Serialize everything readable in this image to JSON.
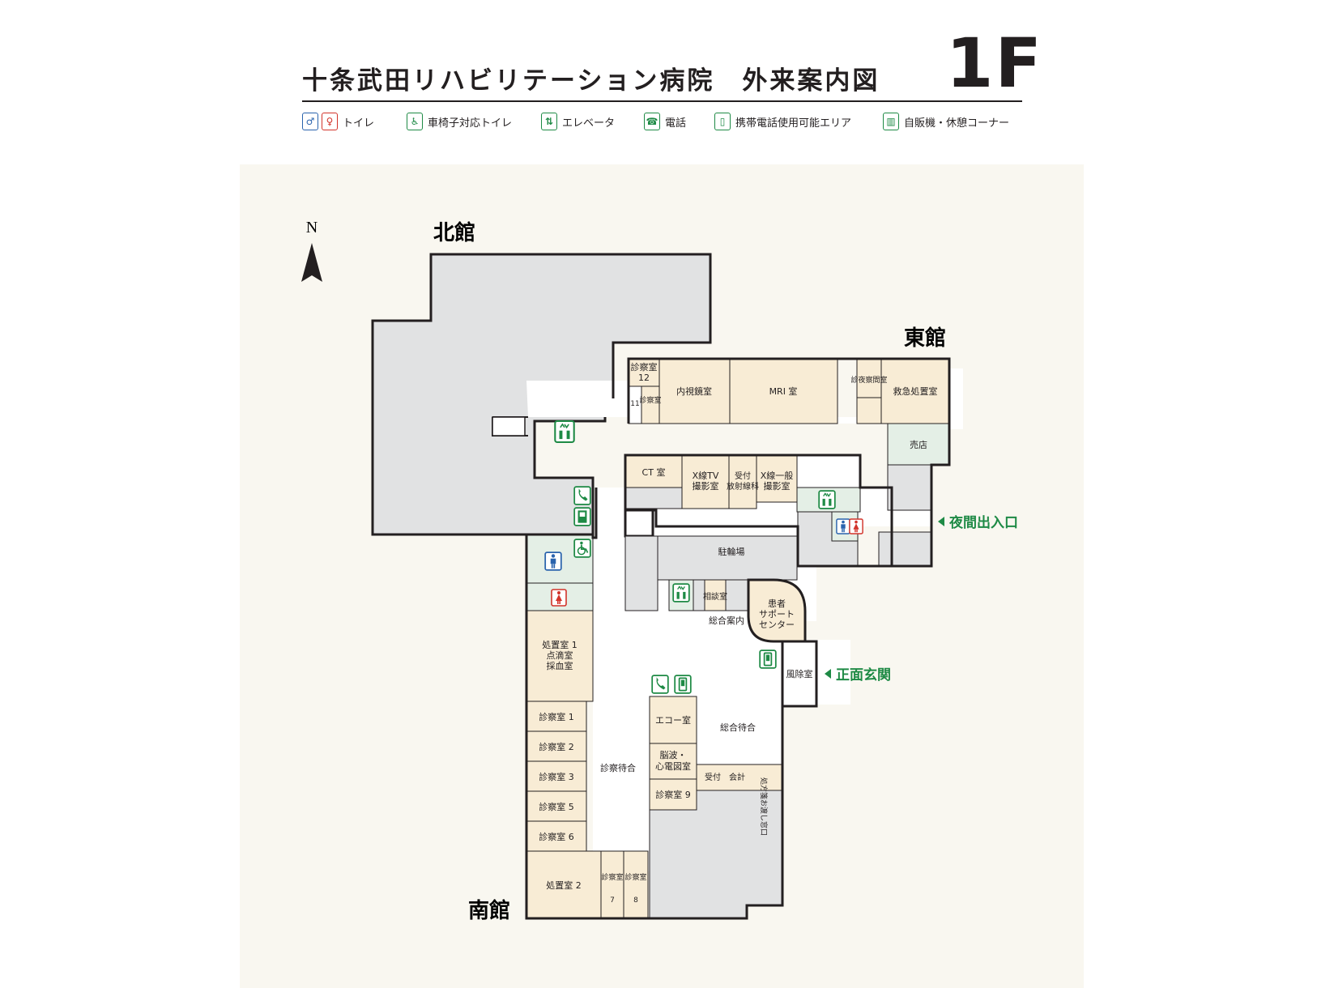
{
  "header": {
    "title": "十条武田リハビリテーション病院　外来案内図",
    "floor": "1F"
  },
  "legend": [
    {
      "id": "toilet",
      "label": "トイレ",
      "icons": [
        "man-toilet-icon",
        "woman-toilet-icon"
      ]
    },
    {
      "id": "wheelchair",
      "label": "車椅子対応トイレ",
      "icons": [
        "wheelchair-icon"
      ]
    },
    {
      "id": "elevator",
      "label": "エレベータ",
      "icons": [
        "elevator-icon"
      ]
    },
    {
      "id": "phone",
      "label": "電話",
      "icons": [
        "phone-icon"
      ]
    },
    {
      "id": "mobile",
      "label": "携帯電話使用可能エリア",
      "icons": [
        "mobile-phone-icon"
      ]
    },
    {
      "id": "vending",
      "label": "自販機・休憩コーナー",
      "icons": [
        "vending-machine-icon"
      ]
    }
  ],
  "compass": {
    "label": "N"
  },
  "buildings": {
    "north": "北館",
    "east": "東館",
    "south": "南館"
  },
  "entrances": {
    "night": "夜間出入口",
    "main": "正面玄関"
  },
  "rooms": {
    "exam12a": "診察室",
    "exam12b": "12",
    "exam11a": "11",
    "exam11b": "診察室",
    "endoscopy": "内視鏡室",
    "mri": "MRI 室",
    "night_exam": "診夜察間室",
    "emergency": "救急処置室",
    "shop": "売店",
    "ct": "CT 室",
    "xtv_a": "X線TV",
    "xtv_b": "撮影室",
    "reception_rad_a": "受付",
    "reception_rad_b": "放射線科",
    "xgen_a": "X線一般",
    "xgen_b": "撮影室",
    "bicycle": "駐輪場",
    "consult": "相談室",
    "patient_support_a": "患者",
    "patient_support_b": "サポート",
    "patient_support_c": "センター",
    "info": "総合案内",
    "windbreak": "風除室",
    "treat1_a": "処置室 1",
    "treat1_b": "点滴室",
    "treat1_c": "採血室",
    "exam1": "診察室 1",
    "exam2": "診察室 2",
    "exam3": "診察室 3",
    "exam5": "診察室 5",
    "exam6": "診察室 6",
    "treat2": "処置室 2",
    "exam7a": "診察室",
    "exam7b": "7",
    "exam8a": "診察室",
    "exam8b": "8",
    "echo": "エコー室",
    "eeg_a": "脳波・",
    "eeg_b": "心電図室",
    "exam9": "診察室 9",
    "wait_exam": "診察待合",
    "wait_general": "総合待合",
    "reception": "受付",
    "cashier": "会計",
    "prescription": "処方箋お渡し窓口"
  },
  "colors": {
    "room": "#f8ecd5",
    "corridor": "#ffffff",
    "gray": "#e1e2e3",
    "service": "#e4efe6",
    "panel": "#f9f7f0",
    "wall": "#231f20",
    "green": "#1e8a45",
    "blue": "#2a63ad",
    "red": "#d2332a"
  }
}
